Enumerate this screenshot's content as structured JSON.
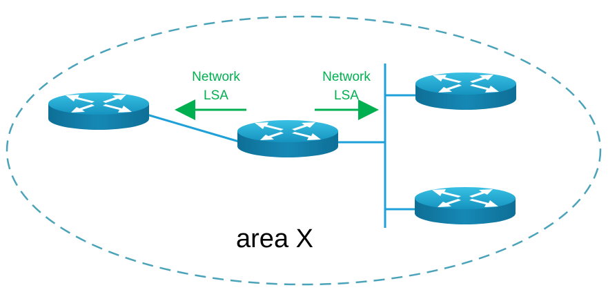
{
  "diagram": {
    "area_label": "area X",
    "annotations": [
      {
        "id": "lsa-left",
        "line1": "Network",
        "line2": "LSA",
        "direction": "left"
      },
      {
        "id": "lsa-right",
        "line1": "Network",
        "line2": "LSA",
        "direction": "right"
      }
    ],
    "routers": [
      {
        "id": "router-left"
      },
      {
        "id": "router-center"
      },
      {
        "id": "router-right-top"
      },
      {
        "id": "router-right-bottom"
      }
    ],
    "colors": {
      "area_border": "#4aa3b8",
      "link": "#1ea0d8",
      "lsa": "#00b050",
      "router_top": "#1ea7cf",
      "router_side": "#117aa4",
      "text": "#000000"
    }
  }
}
